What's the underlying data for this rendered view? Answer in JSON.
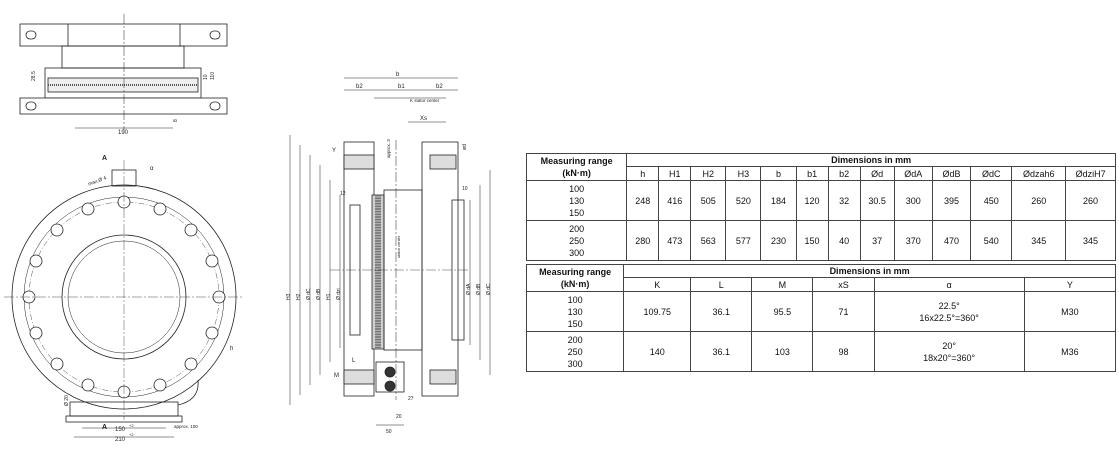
{
  "drawing": {
    "top_view": {
      "width_dim": "190",
      "d1": "28.5",
      "d2": "10",
      "d3": "110",
      "d4": "8"
    },
    "front_view": {
      "section_mark": "A",
      "max_label": "max.Ø 4",
      "alpha": "α",
      "phi20": "Ø 20",
      "h": "h",
      "approx": "approx. 100",
      "dim150": "150",
      "dim150_sup": "+2",
      "dim210": "210",
      "dim210_sup": "+2"
    },
    "section_view": {
      "b": "b",
      "b1": "b1",
      "b2": "b2",
      "b2r": "b2",
      "kstator": "K stator center",
      "xs": "Xs",
      "Y": "Y",
      "approx3": "approx. 3",
      "od": "ød",
      "dim12": "12",
      "dim10": "10",
      "stator_center": "stator center",
      "H3": "H3",
      "H2": "H2",
      "dC": "Ø dC",
      "dB": "Ø dB",
      "H1": "H1",
      "dzi": "Ø dzi",
      "dA": "Ø dA",
      "dB2": "Ø dB",
      "dC2": "Ø dC",
      "M": "M",
      "L": "L",
      "dim20": "20",
      "dim27": "27",
      "dim50": "50"
    }
  },
  "table1": {
    "mr_header": [
      "Measuring range",
      "(kN·m)"
    ],
    "dims_header": "Dimensions in mm",
    "columns": [
      "h",
      "H1",
      "H2",
      "H3",
      "b",
      "b1",
      "b2",
      "Ød",
      "ØdA",
      "ØdB",
      "ØdC",
      "Ødzah6",
      "ØdziH7"
    ],
    "rows": [
      {
        "ranges": [
          "100",
          "130",
          "150"
        ],
        "values": [
          "248",
          "416",
          "505",
          "520",
          "184",
          "120",
          "32",
          "30.5",
          "300",
          "395",
          "450",
          "260",
          "260"
        ]
      },
      {
        "ranges": [
          "200",
          "250",
          "300"
        ],
        "values": [
          "280",
          "473",
          "563",
          "577",
          "230",
          "150",
          "40",
          "37",
          "370",
          "470",
          "540",
          "345",
          "345"
        ]
      }
    ]
  },
  "table2": {
    "mr_header": [
      "Measuring range",
      "(kN·m)"
    ],
    "dims_header": "Dimensions in mm",
    "columns": [
      "K",
      "L",
      "M",
      "xS",
      "α",
      "Y"
    ],
    "rows": [
      {
        "ranges": [
          "100",
          "130",
          "150"
        ],
        "values": [
          "109.75",
          "36.1",
          "95.5",
          "71",
          "22.5°",
          "M30"
        ],
        "alpha2": "16x22.5°=360°"
      },
      {
        "ranges": [
          "200",
          "250",
          "300"
        ],
        "values": [
          "140",
          "36.1",
          "103",
          "98",
          "20°",
          "M36"
        ],
        "alpha2": "18x20°=360°"
      }
    ]
  }
}
